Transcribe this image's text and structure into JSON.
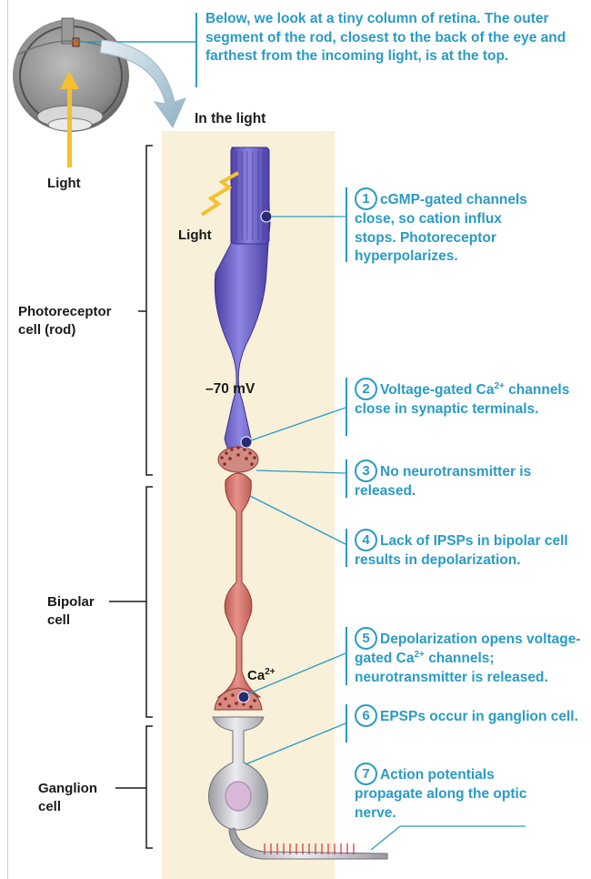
{
  "intro": "Below, we look at a tiny column of retina. The outer segment of the rod, closest to the back of the eye and farthest from the incoming light, is at the top.",
  "header": "In the light",
  "labels": {
    "light_eye": "Light",
    "light_rod": "Light",
    "voltage": "–70 mV",
    "calcium_text": "Ca",
    "calcium_charge": "2+"
  },
  "cells": {
    "photoreceptor_1": "Photoreceptor",
    "photoreceptor_2": "cell (rod)",
    "bipolar_1": "Bipolar",
    "bipolar_2": "cell",
    "ganglion_1": "Ganglion",
    "ganglion_2": "cell"
  },
  "steps": [
    {
      "num": "1",
      "text": "cGMP-gated channels close, so cation influx stops. Photoreceptor hyperpolarizes."
    },
    {
      "num": "2",
      "text_a": "Voltage-gated Ca",
      "sup": "2+",
      "text_b": "channels close in synaptic terminals."
    },
    {
      "num": "3",
      "text": "No neurotransmitter is released."
    },
    {
      "num": "4",
      "text": "Lack of IPSPs in bipolar cell results in depolarization."
    },
    {
      "num": "5",
      "text_a": "Depolarization opens voltage-gated Ca",
      "sup": "2+",
      "text_b": "channels; neurotransmitter is released."
    },
    {
      "num": "6",
      "text": "EPSPs occur in ganglion cell."
    },
    {
      "num": "7",
      "text": "Action potentials propagate along the optic nerve."
    }
  ],
  "colors": {
    "accent_blue": "#2a9bc4",
    "column_bg": "#f8f0d8",
    "rod": "#6a60c4",
    "bipolar": "#c45850",
    "ganglion": "#c8c8cc",
    "light_arrow": "#f4c030"
  }
}
